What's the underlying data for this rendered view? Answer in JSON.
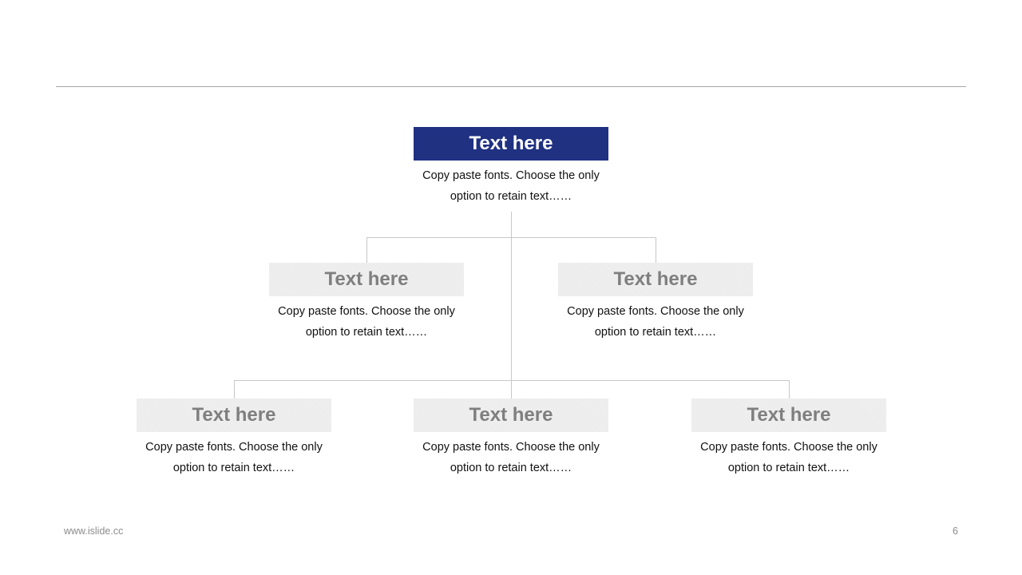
{
  "diagram": {
    "root": {
      "title": "Text here",
      "description": "Copy paste fonts. Choose the only option to retain text……"
    },
    "level2": [
      {
        "title": "Text here",
        "description": "Copy paste fonts. Choose the only option to retain text……"
      },
      {
        "title": "Text here",
        "description": "Copy paste fonts. Choose the only option to retain text……"
      }
    ],
    "level3": [
      {
        "title": "Text here",
        "description": "Copy paste fonts. Choose the only option to retain text……"
      },
      {
        "title": "Text here",
        "description": "Copy paste fonts. Choose the only option to retain text……"
      },
      {
        "title": "Text here",
        "description": "Copy paste fonts. Choose the only option to retain text……"
      }
    ],
    "colors": {
      "primary_box": "#203182",
      "secondary_box": "#efefef",
      "secondary_text": "#7f7f7f",
      "connector": "#c8c8c8"
    }
  },
  "footer": {
    "website": "www.islide.cc",
    "page_number": "6"
  }
}
